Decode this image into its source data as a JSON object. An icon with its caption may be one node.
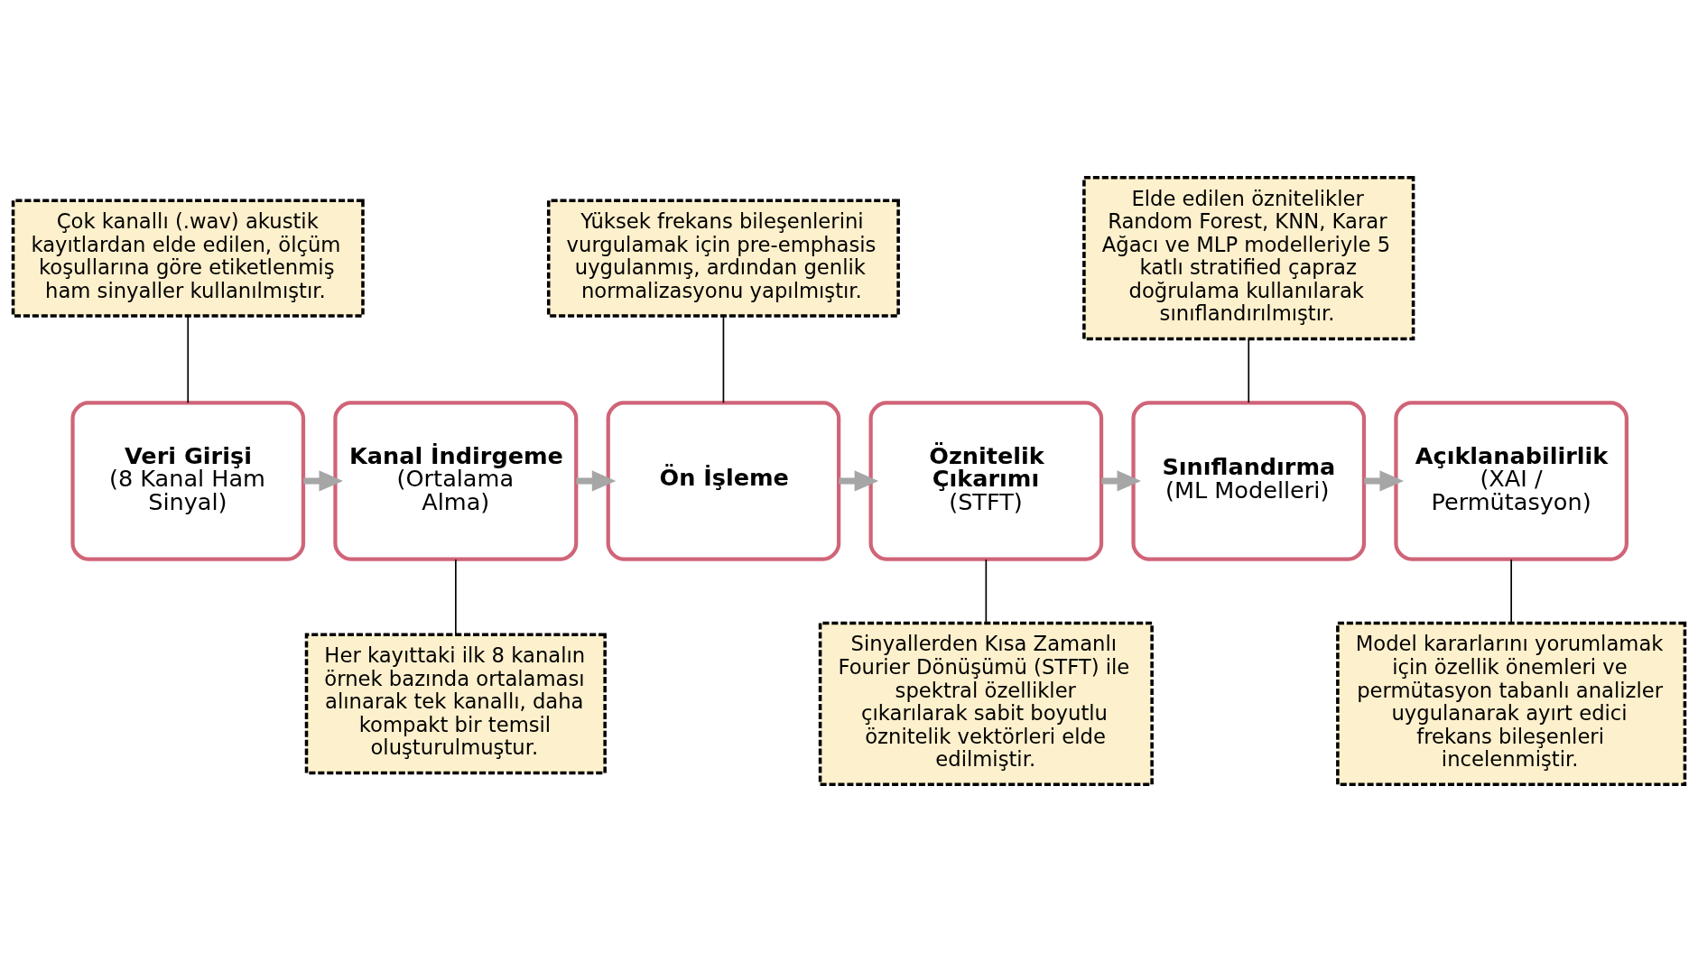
{
  "diagram": {
    "nodes": [
      {
        "text": [
          "Çok kanallı (.wav) akustik kayıtlardan elde edilen, ölçüm koşullarına göre etiketlenmiş ham sinyaller kullanılmıştır."
        ]
      },
      {
        "text": [
          "Yüksek frekans bileşenlerini vurgulamak için pre-emphasis uygulanmış, ardından genlik normalizasyonu yapılmıştır."
        ]
      },
      {
        "text": [
          "Elde edilen öznitelikler Random Forest, KNN, Karar Ağacı ve MLP modelleriyle 5 katlı stratified çapraz doğrulama kullanılarak sınıflandırılmıştır."
        ]
      },
      {
        "text": [
          "Veri Girişi",
          "(8 Kanal Ham Sinyal)"
        ]
      },
      {
        "text": [
          "Kanal İndirgeme",
          "(Ortalama Alma)"
        ]
      },
      {
        "text": [
          "Ön İşleme"
        ]
      },
      {
        "text": [
          "Öznitelik Çıkarımı",
          "(STFT)"
        ]
      },
      {
        "text": [
          "Sınıflandırma",
          "(ML Modelleri)"
        ]
      },
      {
        "text": [
          "Açıklanabilirlik",
          "(XAI / Permütasyon)"
        ]
      },
      {
        "text": [
          "Her kayıttaki ilk 8 kanalın örnek bazında ortalaması alınarak tek kanallı, daha kompakt bir temsil oluşturulmuştur."
        ]
      },
      {
        "text": [
          "Sinyallerden Kısa Zamanlı Fourier Dönüşümü (STFT) ile spektral özellikler çıkarılarak sabit boyutlu öznitelik vektörleri elde edilmiştir."
        ]
      },
      {
        "text": [
          "Model kararlarını yorumlamak için özellik önemleri ve permütasyon tabanlı analizler uygulanarak ayırt edici frekans bileşenleri incelenmiştir."
        ]
      }
    ],
    "edges": [
      {
        "from": 3,
        "to": 4,
        "arrow": "to",
        "style": "thick",
        "color": "#a6a6a6"
      },
      {
        "from": 4,
        "to": 5,
        "arrow": "to",
        "style": "thick",
        "color": "#a6a6a6"
      },
      {
        "from": 5,
        "to": 6,
        "arrow": "to",
        "style": "thick",
        "color": "#a6a6a6"
      },
      {
        "from": 6,
        "to": 7,
        "arrow": "to",
        "style": "thick",
        "color": "#a6a6a6"
      },
      {
        "from": 7,
        "to": 8,
        "arrow": "to",
        "style": "thick",
        "color": "#a6a6a6"
      },
      {
        "from": 0,
        "to": 3,
        "arrow": "none"
      },
      {
        "from": 1,
        "to": 5,
        "arrow": "none"
      },
      {
        "from": 2,
        "to": 7,
        "arrow": "none"
      },
      {
        "from": 4,
        "to": 9,
        "arrow": "none"
      },
      {
        "from": 6,
        "to": 10,
        "arrow": "none"
      },
      {
        "from": 8,
        "to": 11,
        "arrow": "none"
      }
    ]
  }
}
